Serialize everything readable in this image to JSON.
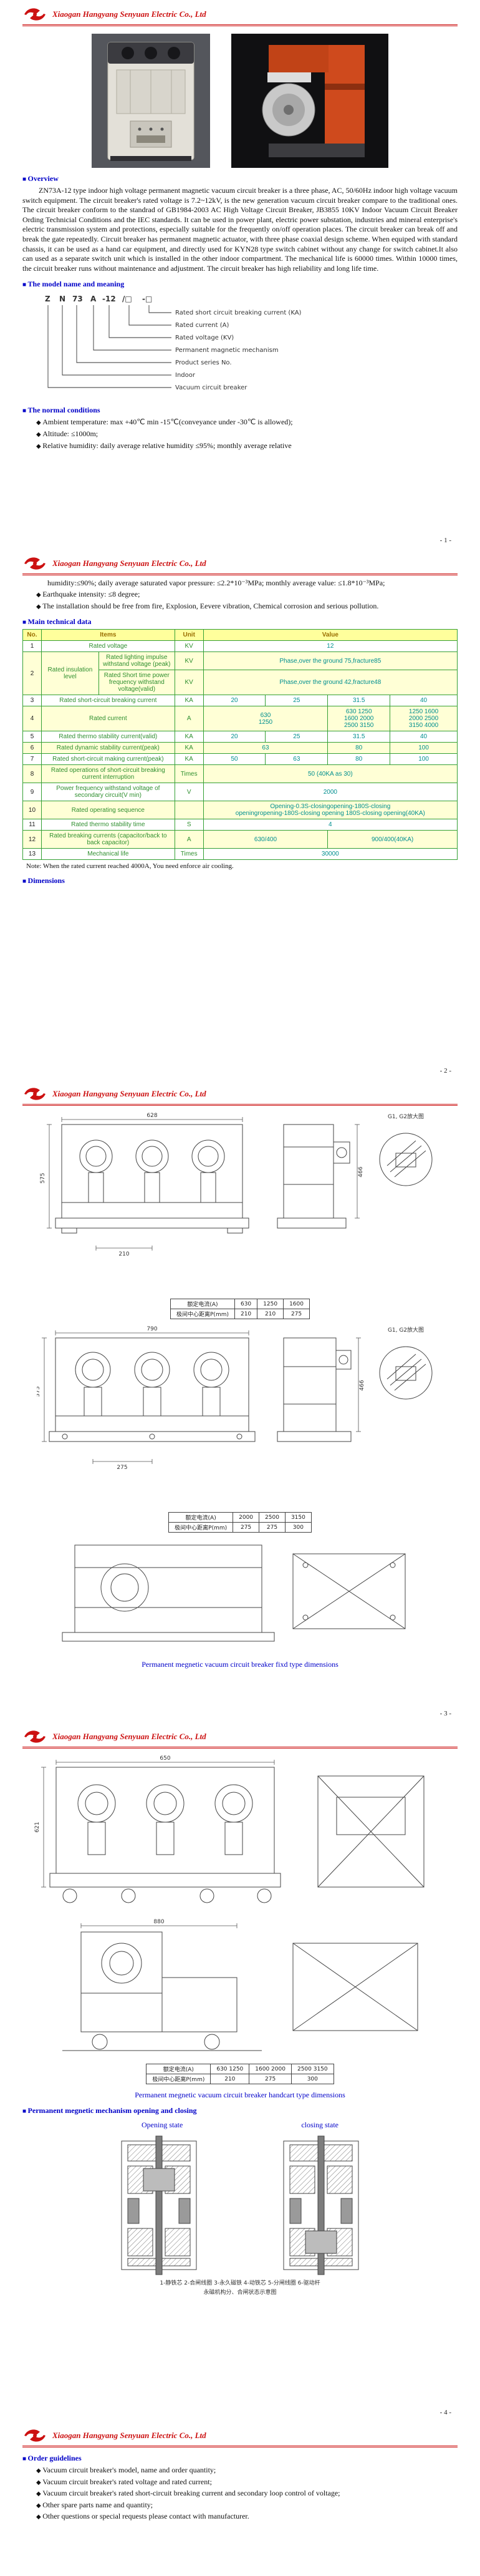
{
  "colors": {
    "brand_red": "#cc1111",
    "heading_blue": "#0000c8",
    "table_grid_green": "#35a035",
    "table_header_yellow": "#ffff9c",
    "value_teal": "#008f8f",
    "band_yellow": "#ffffd6"
  },
  "company": {
    "name": "Xiaogan Hangyang Senyuan Electric Co., Ltd"
  },
  "page1": {
    "overview_title": "Overview",
    "overview_text": "ZN73A-12 type indoor high voltage permanent magnetic vacuum circuit breaker is a three phase, AC, 50/60Hz indoor high voltage vacuum switch equipment. The circuit breaker's rated voltage is 7.2~12kV, is the new generation vacuum circuit breaker compare to the traditional ones. The circuit breaker conform to the standrad of GB1984-2003 AC High Voltage Circuit Breaker, JB3855 10KV Indoor Vacuum Circuit Breaker Ording Technicial Conditions and the IEC standards. It can be used in power plant, electric power substation, industries and mineral enterprise's electric transmission system and protections, especially suitable for the frequently on/off operation places. The circuit breaker can break off and break the gate repeatedly. Circuit breaker has permanent magnetic actuator, with three phase coaxial design scheme. When equiped with standard chassis, it can be used as a hand car equipment, and directly used for KYN28 type switch cabinet without any change for switch cabinet.It also can used as a separate switch unit which is installed in the other indoor compartment. The mechanical life is 60000 times. Within 10000 times, the circuit breaker runs without maintenance and adjustment. The circuit breaker has high reliability and long life time.",
    "model_title": "The model name and meaning",
    "model": {
      "tokens": [
        "Z",
        "N",
        "73",
        "A",
        "-12",
        "/□",
        "-□"
      ],
      "labels": [
        "Rated short circuit breaking current (KA)",
        "Rated current (A)",
        "Rated voltage (KV)",
        "Permanent magnetic mechanism",
        "Product series No.",
        "Indoor",
        "Vacuum circuit breaker"
      ]
    },
    "conditions_title": "The normal conditions",
    "conditions": [
      "Ambient temperature: max +40℃ min -15℃(conveyance under -30℃ is allowed);",
      "Altitude: ≤1000m;",
      "Relative humidity: daily average relative humidity ≤95%; monthly average relative"
    ],
    "page_no": "- 1 -"
  },
  "page2": {
    "humidity_cont": "humidity:≤90%; daily average saturated vapor pressure: ≤2.2*10⁻³MPa; monthly average value: ≤1.8*10⁻³MPa;",
    "conditions": [
      "Earthquake intensity: ≤8 degree;",
      "The installation should be free from fire, Explosion, Eevere vibration, Chemical corrosion and serious pollution."
    ],
    "table_title": "Main technical data",
    "note": "Note: When the rated current reached 4000A, You need enforce air cooling.",
    "dims_title": "Dimensions",
    "page_no": "- 2 -"
  },
  "tech": {
    "h": [
      "No.",
      "Items",
      "Unit",
      "Value"
    ],
    "r1": {
      "no": "1",
      "item": "Rated voltage",
      "unit": "KV",
      "val": "12"
    },
    "r2": {
      "no": "2",
      "item": "Rated insulation level",
      "sub1": "Rated lighting impulse withstand voltage (peak)",
      "unit1": "KV",
      "val1": "Phase,over the ground 75,fracture85",
      "sub2": "Rated Short time power frequency withstand voltage(valid)",
      "unit2": "KV",
      "val2": "Phase,over the ground 42,fracture48"
    },
    "r3": {
      "no": "3",
      "item": "Rated short-circuit breaking current",
      "unit": "KA",
      "v1": "20",
      "v2": "25",
      "v3": "31.5",
      "v4": "40"
    },
    "r4": {
      "no": "4",
      "item": "Rated current",
      "unit": "A",
      "v12": "630\n1250",
      "v3": "630 1250\n1600 2000\n2500 3150",
      "v4": "1250 1600\n2000 2500\n3150 4000"
    },
    "r5": {
      "no": "5",
      "item": "Rated thermo stability current(valid)",
      "unit": "KA",
      "v1": "20",
      "v2": "25",
      "v3": "31.5",
      "v4": "40"
    },
    "r6": {
      "no": "6",
      "item": "Rated dynamic stability current(peak)",
      "unit": "KA",
      "v12": "63",
      "v3": "80",
      "v4": "100"
    },
    "r7": {
      "no": "7",
      "item": "Rated short-circuit making current(peak)",
      "unit": "KA",
      "v1": "50",
      "v2": "63",
      "v3": "80",
      "v4": "100"
    },
    "r8": {
      "no": "8",
      "item": "Rated operations of short-circuit breaking current interruption",
      "unit": "Times",
      "val": "50 (40KA as 30)"
    },
    "r9": {
      "no": "9",
      "item": "Power frequency withstand voltage of secondary circuit(V min)",
      "unit": "V",
      "val": "2000"
    },
    "r10": {
      "no": "10",
      "item": "Rated operating sequence",
      "unit": "",
      "val": "Opening-0.3S-closingopening-180S-closing\nopeningropening-180S-closing opening 180S-closing opening(40KA)"
    },
    "r11": {
      "no": "11",
      "item": "Rated thermo stability time",
      "unit": "S",
      "val": "4"
    },
    "r12": {
      "no": "12",
      "item": "Rated breaking currents (capacitor/back to back capacitor)",
      "unit": "A",
      "v12": "630/400",
      "v34": "900/400(40KA)"
    },
    "r13": {
      "no": "13",
      "item": "Mechanical life",
      "unit": "Times",
      "val": "30000"
    }
  },
  "page3": {
    "detail_label": "G1, G2放大图",
    "fig1": {
      "w": "628",
      "h": "575",
      "p": "210",
      "sw": "466"
    },
    "t1": {
      "rows": [
        [
          "额定电流(A)",
          "630",
          "1250",
          "1600"
        ],
        [
          "极间中心距离P(mm)",
          "210",
          "210",
          "275"
        ]
      ]
    },
    "fig2": {
      "w": "790",
      "h": "575",
      "p": "275",
      "sw": "466"
    },
    "t2": {
      "rows": [
        [
          "额定电流(A)",
          "2000",
          "2500",
          "3150"
        ],
        [
          "极间中心距离P(mm)",
          "275",
          "275",
          "300"
        ]
      ]
    },
    "caption": "Permanent megnetic vacuum circuit breaker fixd type dimensions",
    "page_no": "- 3 -"
  },
  "page4": {
    "fig1": {
      "w": "650",
      "h": "621"
    },
    "fig2": {
      "d": "880"
    },
    "t1": {
      "rows": [
        [
          "额定电流(A)",
          "630 1250",
          "1600 2000",
          "2500 3150"
        ],
        [
          "极间中心距离P(mm)",
          "210",
          "275",
          "300"
        ]
      ]
    },
    "caption": "Permanent megnetic vacuum circuit breaker handcart type dimensions",
    "mech_title": "Permanent megnetic mechanism opening and closing",
    "opening_label": "Opening state",
    "closing_label": "closing state",
    "legend1": "1-静铁芯 2-合闸线圈 3-永久磁铁 4-动铁芯 5-分闸线圈 6-驱动杆",
    "legend2": "永磁机构分、合闸状态示意图",
    "page_no": "- 4 -"
  },
  "page5": {
    "order_title": "Order guidelines",
    "items": [
      "Vacuum circuit breaker's model, name and order quantity;",
      "Vacuum circuit breaker's rated voltage and rated current;",
      "Vacuum circuit breaker's rated short-circuit breaking current and secondary loop control of voltage;",
      "Other spare parts name and quantity;",
      "Other questions or special requests please contact with manufacturer."
    ]
  }
}
